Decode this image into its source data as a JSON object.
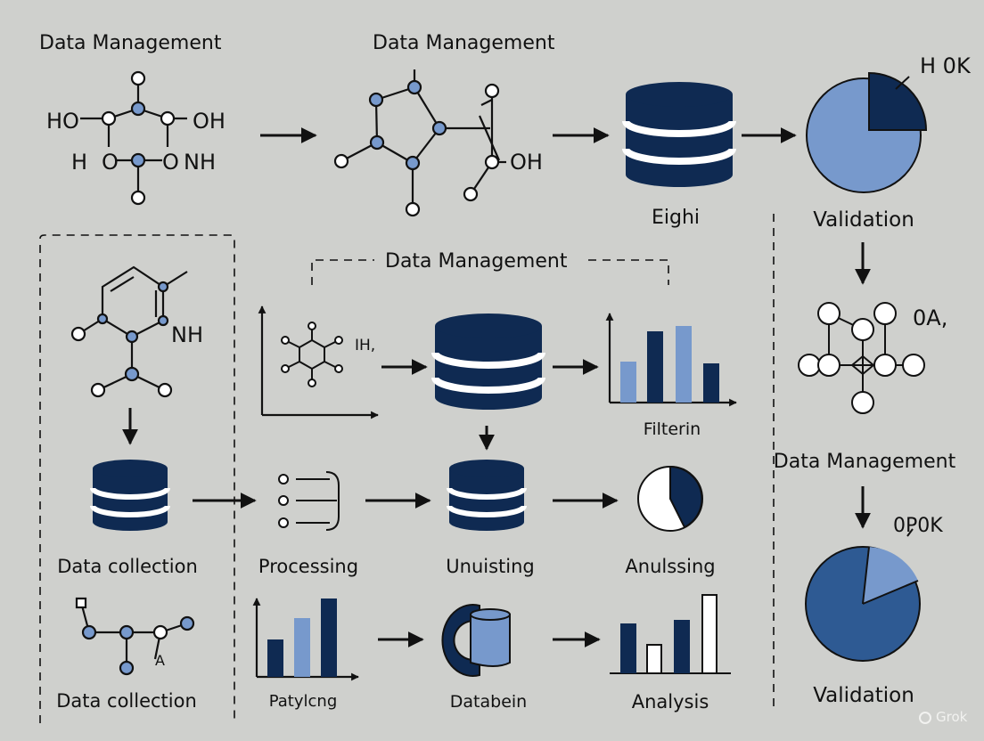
{
  "labels": {
    "top_left_title": "Data Management",
    "top_mid_title": "Data Management",
    "mol1_ho": "HO",
    "mol1_oh": "OH",
    "mol1_h": "H",
    "mol1_o1": "O",
    "mol1_o2": "O",
    "mol1_nh": "NH",
    "mol2_oh": "OH",
    "db_top_caption": "Eighi",
    "pie_top_text": "H 0K",
    "validation_top": "Validation",
    "bracket_title": "Data Management",
    "ring_nh": "NH",
    "chart_mol_label": "IH,",
    "filter_caption": "Filterin",
    "graph_label": "0A,",
    "right_data_mgmt": "Data Management",
    "pie_bottom_text": "0P0K",
    "data_collection_1": "Data collection",
    "processing": "Processing",
    "unuisting": "Unuisting",
    "anulssing": "Anulssing",
    "data_collection_2": "Data collection",
    "mol_bottom_a": "A",
    "patylcng": "Patylcng",
    "databein": "Databein",
    "analysis": "Analysis",
    "validation_bottom": "Validation",
    "watermark": "Grok"
  },
  "colors": {
    "navy": "#0f2a52",
    "light_blue": "#7799cc",
    "mid_blue": "#2e5a93",
    "background": "#cfd0cd",
    "stroke": "#111111"
  },
  "icons": [
    "molecule-icon",
    "arrow-icon",
    "database-icon",
    "pie-chart-icon",
    "bar-chart-icon",
    "network-graph-icon",
    "list-icon",
    "cylinder-icon"
  ]
}
